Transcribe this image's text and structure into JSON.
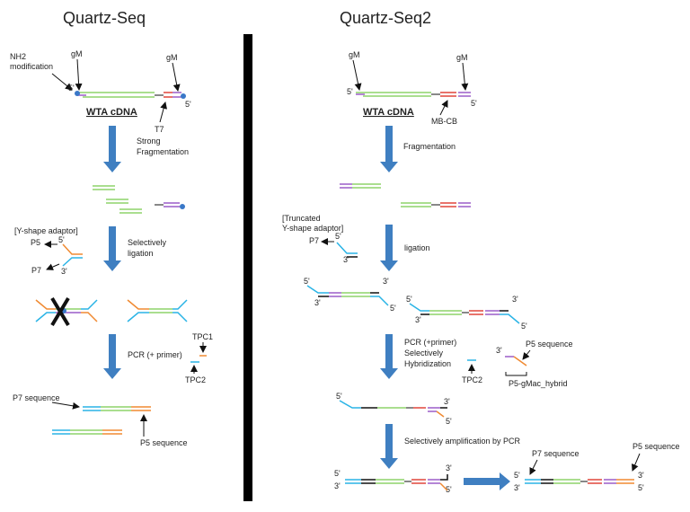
{
  "titles": {
    "left": "Quartz-Seq",
    "right": "Quartz-Seq2"
  },
  "left_labels": {
    "nh2_line1": "NH2",
    "nh2_line2": "modification",
    "gm_a": "gM",
    "gm_b": "gM",
    "five_prime_a": "5'",
    "five_prime_b": "5'",
    "wta": "WTA cDNA",
    "t7": "T7",
    "strong_1": "Strong",
    "strong_2": "Fragmentation",
    "y_adaptor": "[Y-shape adaptor]",
    "p5": "P5",
    "p7": "P7",
    "yad_5": "5'",
    "yad_3": "3'",
    "selective_1": "Selectively",
    "selective_2": "ligation",
    "tpc1": "TPC1",
    "tpc2": "TPC2",
    "pcr": "PCR (+ primer)",
    "p7_seq": "P7 sequence",
    "p5_seq": "P5 sequence"
  },
  "right_labels": {
    "gm_a": "gM",
    "gm_b": "gM",
    "five_a": "5'",
    "five_b": "5'",
    "wta": "WTA cDNA",
    "mbcb": "MB-CB",
    "fragmentation": "Fragmentation",
    "trunc_1": "[Truncated",
    "trunc_2": "Y-shape adaptor]",
    "p7": "P7",
    "tad_5": "5'",
    "tad_3": "3'",
    "ligation": "ligation",
    "lig_a_5l": "5'",
    "lig_a_3r": "3'",
    "lig_a_3l": "3'",
    "lig_a_5r": "5'",
    "lig_b_5l": "5'",
    "lig_b_3l": "3'",
    "lig_b_3r": "3'",
    "lig_b_5r": "5'",
    "pcr_1": "PCR (+primer)",
    "pcr_2": "Selectively",
    "pcr_3": "Hybridization",
    "tpc2": "TPC2",
    "p5_seq_a": "P5 sequence",
    "p5_gmac": "P5-gMac_hybrid",
    "gmac_3": "3'",
    "hyb_5l": "5'",
    "hyb_3r": "3'",
    "hyb_5r": "5'",
    "amplify": "Selectively amplification by PCR",
    "amp_5l": "5'",
    "amp_3l": "3'",
    "amp_3r": "3'",
    "amp_5r": "5'",
    "p7_seq": "P7 sequence",
    "p5_seq": "P5 sequence",
    "fin_5l": "5'",
    "fin_3l": "3'",
    "fin_3r": "3'",
    "fin_5r": "5'"
  },
  "colors": {
    "green": "#8ed46a",
    "purple": "#9a5cc9",
    "red": "#e0453a",
    "blue_dot": "#3a78c8",
    "cyan": "#2ab4e6",
    "orange": "#f08a32",
    "black": "#111111",
    "arrow_blue": "#3f7fc1"
  }
}
